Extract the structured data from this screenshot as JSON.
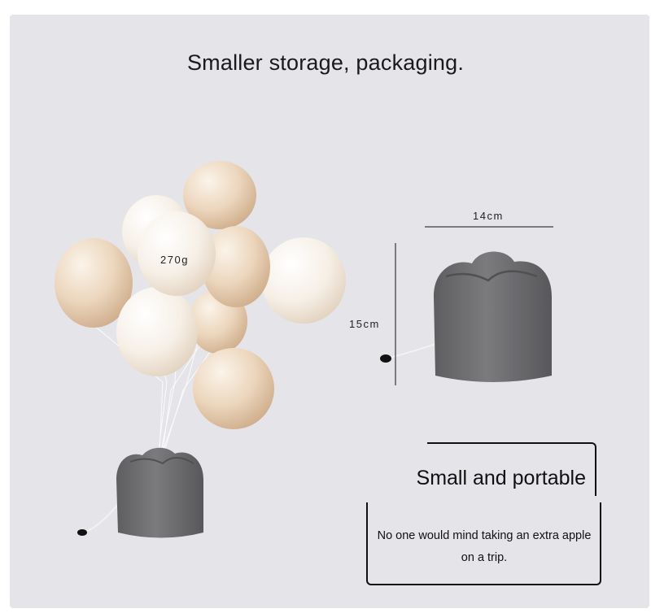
{
  "title": "Smaller storage, packaging.",
  "weight_label": "270g",
  "width_label": "14cm",
  "height_label": "15cm",
  "feature": {
    "heading": "Small and portable",
    "description": "No one would mind taking an extra apple on a trip."
  }
}
